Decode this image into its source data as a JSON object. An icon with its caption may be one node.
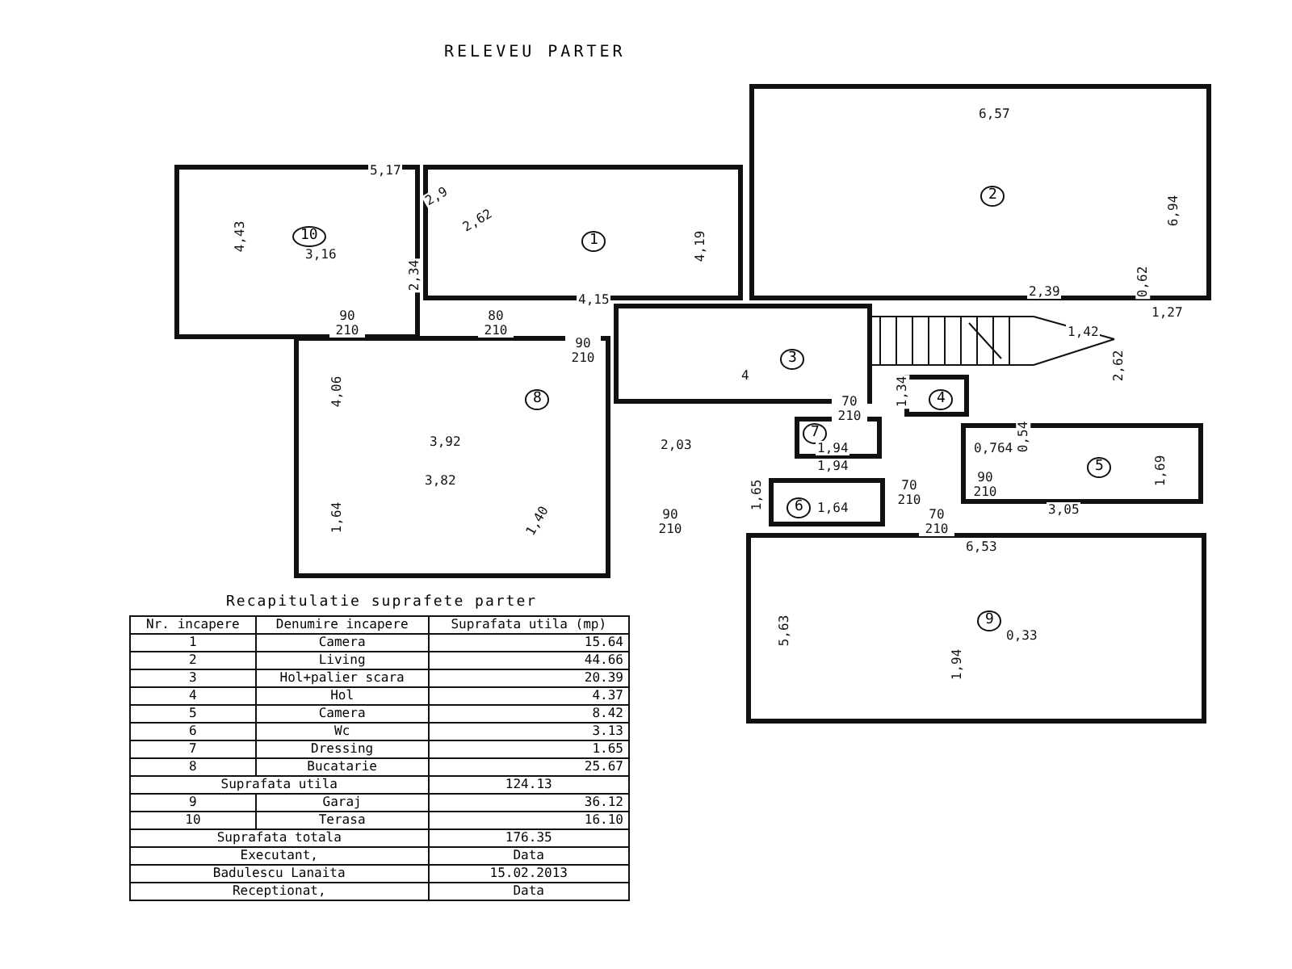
{
  "diagram": {
    "title": "RELEVEU PARTER",
    "nodes": [
      {
        "text": [
          "10"
        ]
      },
      {
        "text": [
          "1"
        ]
      },
      {
        "text": [
          "2"
        ]
      },
      {
        "text": [
          "3"
        ]
      },
      {
        "text": [
          "8"
        ]
      },
      {
        "text": [
          "4"
        ]
      },
      {
        "text": [
          "7"
        ]
      },
      {
        "text": [
          "5"
        ]
      },
      {
        "text": [
          "6"
        ]
      },
      {
        "text": [
          "9"
        ]
      }
    ],
    "labels": [
      "6,57",
      "5,17",
      "2,9",
      "2,62",
      "4,43",
      "6,94",
      "3,16",
      "4,19",
      "2,34",
      "0,62",
      "4,15",
      "2,39",
      "1,27",
      "90 210",
      "80 210",
      "1,42",
      "90 210",
      "4",
      "2,62",
      "4,06",
      "1,34",
      "70 210",
      "3,92",
      "2,03",
      "1,94",
      "0,54",
      "1,94",
      "0,764",
      "1,69",
      "3,82",
      "1,65",
      "70 210",
      "90 210",
      "1,64",
      "1,40",
      "1,64",
      "3,05",
      "90 210",
      "70 210",
      "6,53",
      "5,63",
      "0,33",
      "1,94",
      "Recapitulatie suprafete parter",
      "Nr. incapere",
      "Denumire incapere",
      "Suprafata utila (mp)",
      "1",
      "Camera",
      "15.64",
      "2",
      "Living",
      "44.66",
      "3",
      "Hol+palier scara",
      "20.39",
      "4",
      "Hol",
      "4.37",
      "5",
      "Camera",
      "8.42",
      "6",
      "Wc",
      "3.13",
      "7",
      "Dressing",
      "1.65",
      "8",
      "Bucatarie",
      "25.67",
      "Suprafata utila",
      "124.13",
      "9",
      "Garaj",
      "36.12",
      "10",
      "Terasa",
      "16.10",
      "Suprafata totala",
      "176.35",
      "Executant,",
      "Data",
      "Badulescu Lanaita",
      "15.02.2013",
      "Receptionat,",
      "Data"
    ]
  }
}
